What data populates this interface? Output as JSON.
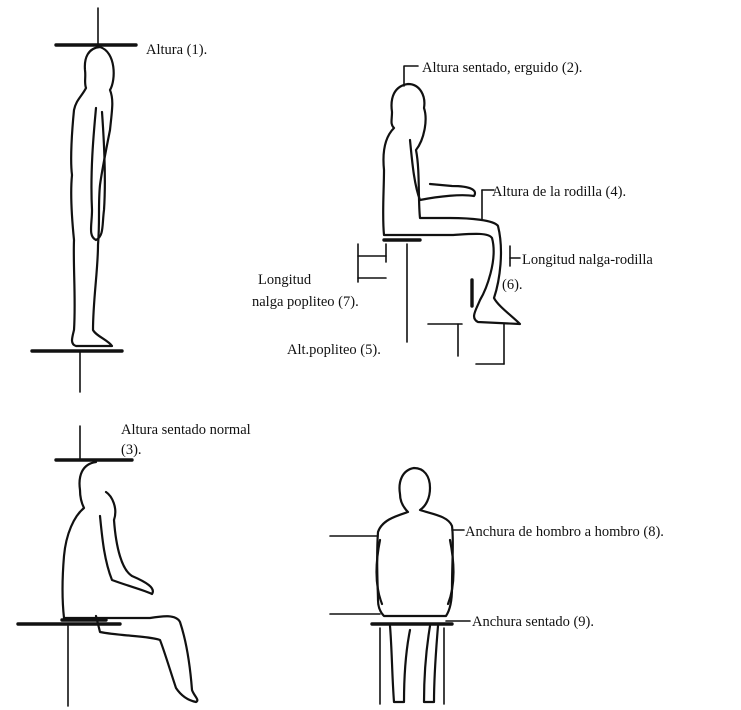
{
  "labels": {
    "altura": "Altura (1).",
    "altura_sentado_erguido": "Altura sentado, erguido (2).",
    "altura_sentado_normal_line1": "Altura sentado normal",
    "altura_sentado_normal_line2": "(3).",
    "altura_rodilla": "Altura de la rodilla (4).",
    "alt_popliteo": "Alt.popliteo (5).",
    "longitud_nalga_rodilla_line1": "Longitud nalga-rodilla",
    "longitud_nalga_rodilla_line2": "(6).",
    "longitud_nalga_popliteo_line1": "Longitud",
    "longitud_nalga_popliteo_line2": "nalga popliteo (7).",
    "anchura_hombro": "Anchura de hombro a hombro (8).",
    "anchura_sentado": "Anchura sentado (9)."
  },
  "figures": [
    "standing-profile-figure",
    "seated-upright-profile-figure",
    "seated-normal-profile-figure",
    "seated-front-figure"
  ]
}
